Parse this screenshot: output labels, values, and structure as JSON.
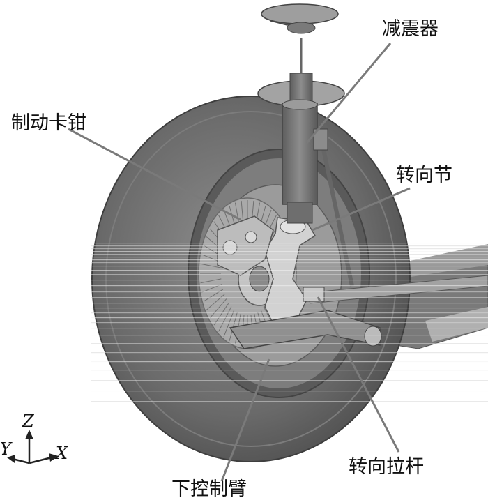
{
  "labels": {
    "shock_absorber": "减震器",
    "brake_caliper": "制动卡钳",
    "steering_knuckle": "转向节",
    "tie_rod": "转向拉杆",
    "lower_control_arm": "下控制臂"
  },
  "axes": {
    "z": "Z",
    "y": "Y",
    "x": "X"
  },
  "colors": {
    "tire": "#6d6d6d",
    "rim": "#8a8a8a",
    "metal": "#b9b9b9",
    "leader": "#7a7a7a"
  }
}
